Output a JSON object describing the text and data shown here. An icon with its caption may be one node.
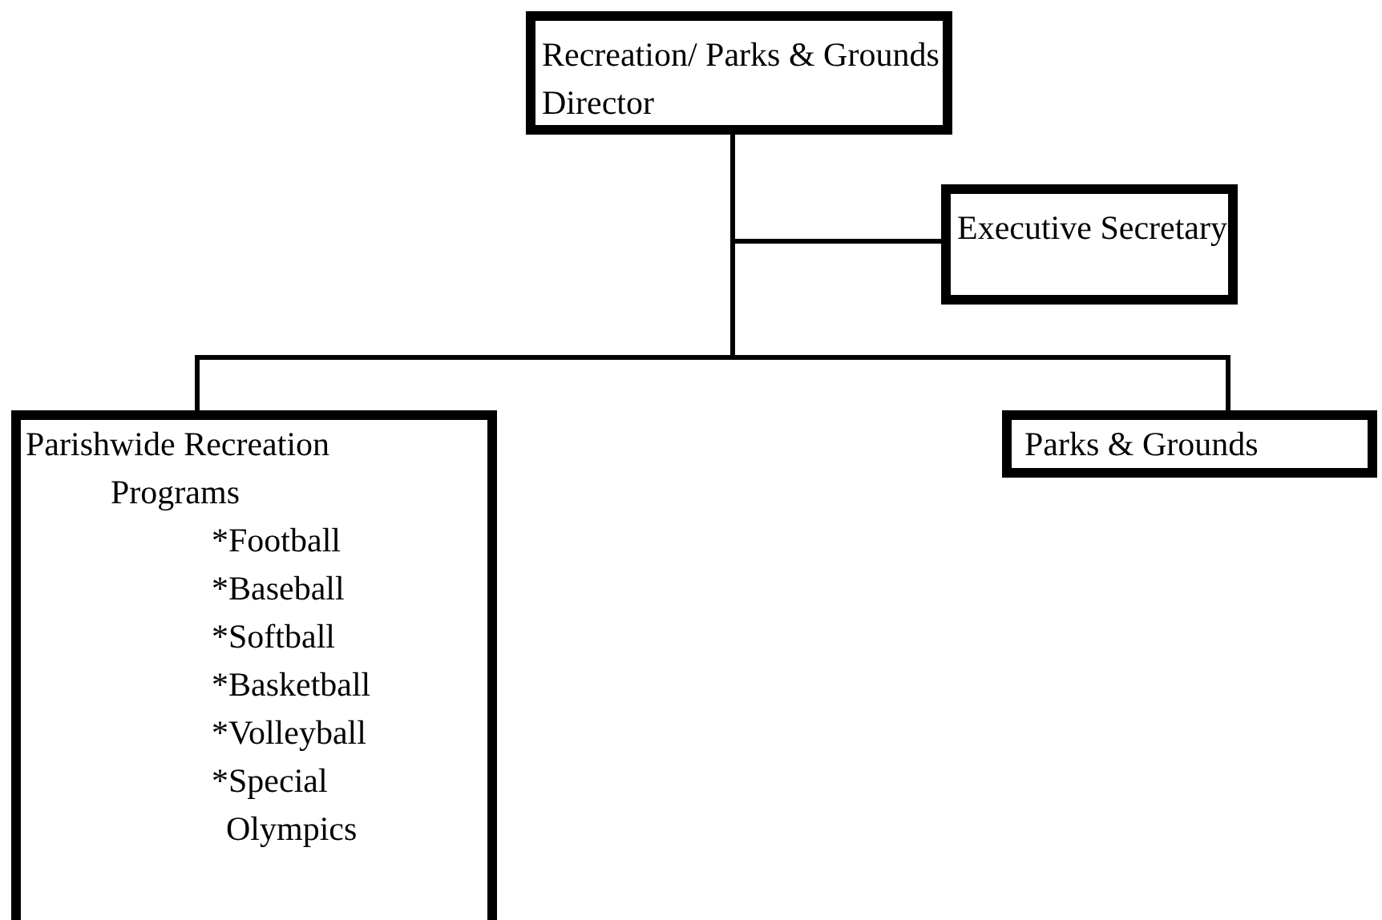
{
  "diagram": {
    "nodes": [
      {
        "text": [
          "Recreation/ Parks & Grounds Director"
        ]
      },
      {
        "text": [
          "Executive Secretary"
        ]
      },
      {
        "text": [
          "Parishwide Recreation Programs",
          "*Football",
          "*Baseball",
          "*Softball",
          "*Basketball",
          "*Volleyball",
          "*Special Olympics"
        ]
      },
      {
        "text": [
          "Parks & Grounds"
        ]
      }
    ],
    "edges": [
      {
        "from": 0,
        "to": 1,
        "arrow": "none"
      },
      {
        "from": 0,
        "to": 2,
        "arrow": "none"
      },
      {
        "from": 0,
        "to": 3,
        "arrow": "none"
      }
    ]
  }
}
